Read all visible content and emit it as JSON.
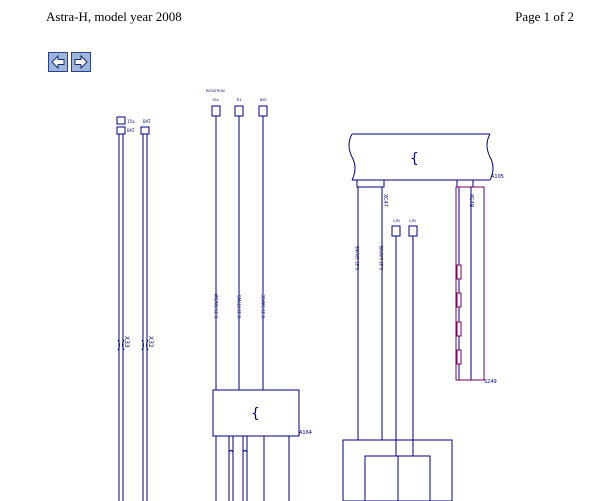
{
  "header": {
    "title": "Astra-H, model year 2008",
    "page_indicator": "Page 1 of 2"
  },
  "toolbar": {
    "back_icon": "arrow-left-icon",
    "forward_icon": "arrow-right-icon"
  },
  "colors": {
    "wire_blue": "#000080",
    "wire_purple": "#7a0060",
    "button_fill": "#9fb6dc",
    "button_border": "#2a3f8f"
  },
  "diagram": {
    "components": {
      "a105": "A105",
      "a164": "A164",
      "xc47": "XC47",
      "xc49": "XC49",
      "s249": "S249",
      "x33": "X33",
      "x32": "X32",
      "brace": "{"
    },
    "fuse_labels": [
      "15a",
      "BAT",
      "BAT",
      "RESISTION\n15a",
      "R1",
      "BAT",
      "C/M",
      "C/M"
    ]
  }
}
